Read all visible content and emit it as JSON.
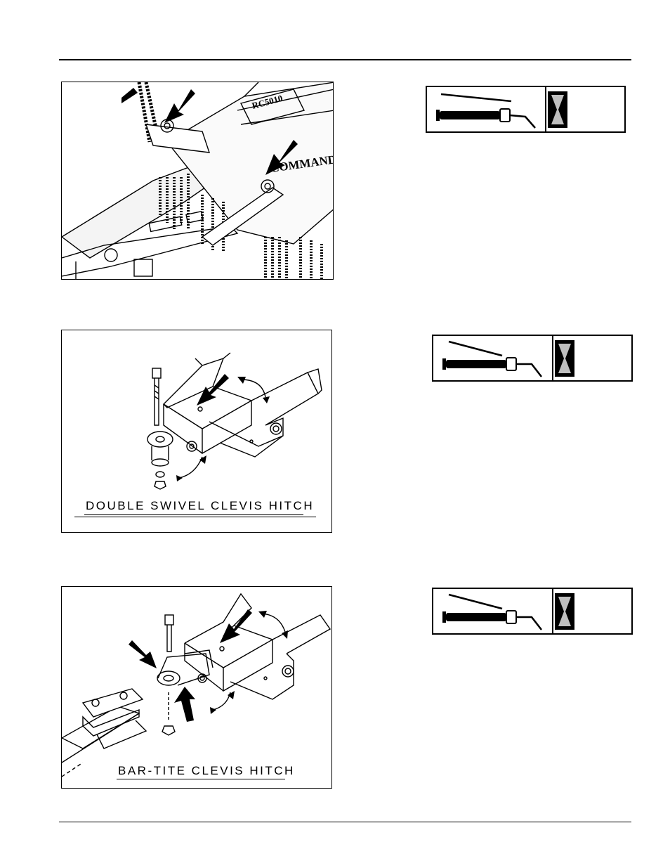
{
  "figures": [
    {
      "name": "mower-hitch-photo",
      "decal_text": "RC5010",
      "brand_text": "COMMAND",
      "caption": ""
    },
    {
      "name": "double-swivel-clevis-hitch",
      "caption": "DOUBLE SWIVEL CLEVIS HITCH"
    },
    {
      "name": "bar-tite-clevis-hitch",
      "caption": "BAR-TITE CLEVIS HITCH"
    }
  ],
  "lube_icons": [
    {
      "gun_icon": "grease-gun-icon",
      "interval_icon": "hourglass-icon"
    },
    {
      "gun_icon": "grease-gun-icon",
      "interval_icon": "hourglass-icon"
    },
    {
      "gun_icon": "grease-gun-icon",
      "interval_icon": "hourglass-icon"
    }
  ],
  "colors": {
    "ink": "#000000",
    "hourglass_sand": "#bfbfbf"
  }
}
